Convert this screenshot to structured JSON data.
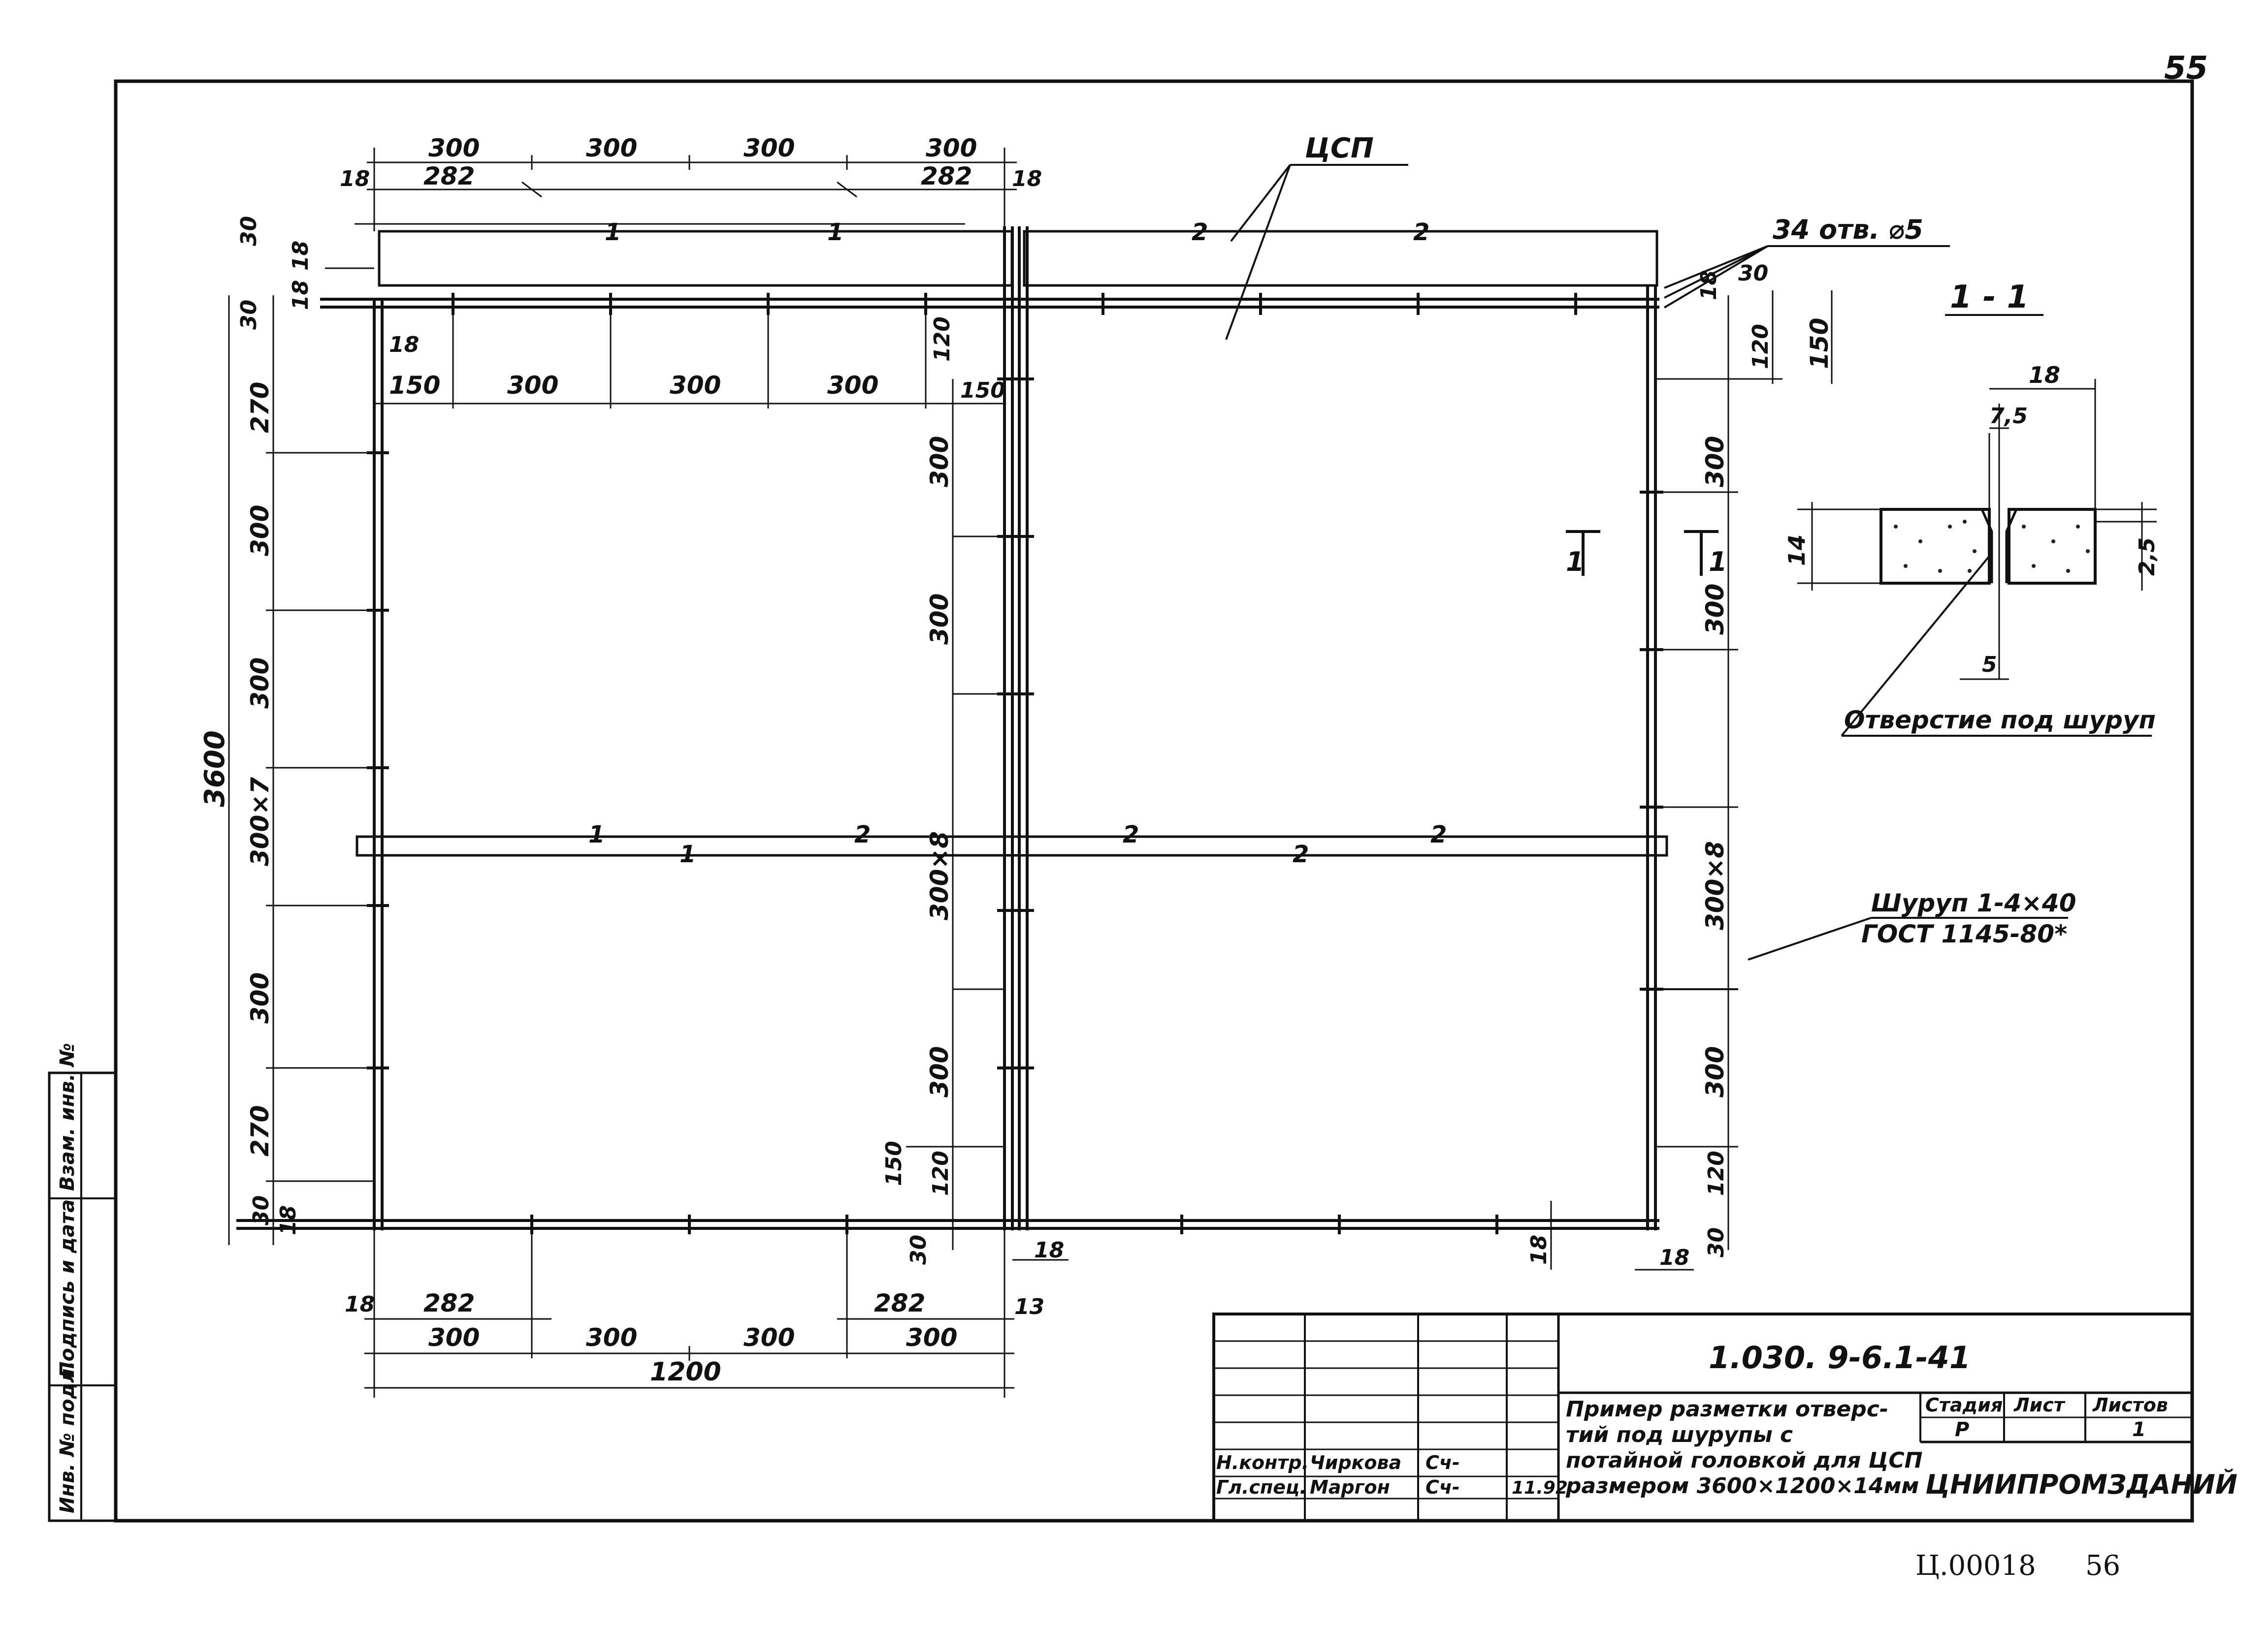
{
  "page_number_top": "55",
  "page_number_bottom": "56",
  "archive_code": "Ц.00018",
  "leaders": {
    "panel": "ЦСП",
    "holes": "34 отв. ⌀5",
    "screw_line1": "Шуруп 1-4×40",
    "screw_line2": "ГОСТ 1145-80*",
    "hole_note": "Отверстие под шуруп"
  },
  "section": {
    "title": "1 - 1",
    "cut_mark_left": "1",
    "cut_mark_right": "1",
    "dim_width": "18",
    "dim_half": "7,5",
    "dim_thickness": "14",
    "dim_countersink": "2,5",
    "dim_hole": "5"
  },
  "breaks": [
    "1",
    "1",
    "2",
    "2"
  ],
  "dims": {
    "top_300": [
      "300",
      "300",
      "300",
      "300"
    ],
    "top_282": [
      "282",
      "282"
    ],
    "top_18": [
      "18",
      "18"
    ],
    "top_left_30": "30",
    "top_left_18": "18",
    "left_30": "30",
    "left_18": "18",
    "inner_18": "18",
    "inner_row": [
      "150",
      "300",
      "300",
      "300",
      "150"
    ],
    "inner_120": "120",
    "right_30": "30",
    "right_120": "120",
    "right_150": "150",
    "right_18": "18",
    "left_chain": [
      "270",
      "300",
      "300",
      "300×7",
      "300",
      "270",
      "30"
    ],
    "left_total": "3600",
    "center_chain": [
      "300",
      "300",
      "300×8",
      "300"
    ],
    "center_120": "120",
    "center_150": "150",
    "center_30": "30",
    "right_chain": [
      "300",
      "300",
      "300×8",
      "300",
      "120",
      "30"
    ],
    "bottom_18_left": "18",
    "bottom_18_center": "18",
    "bottom_18_right": "18",
    "bottom_18_right2": "18",
    "bottom_13": "13",
    "bottom_282": [
      "282",
      "282"
    ],
    "bottom_300": [
      "300",
      "300",
      "300",
      "300"
    ],
    "bottom_total": "1200"
  },
  "side_stamp": [
    "Инв. № подл.",
    "Подпись и дата",
    "Взам. инв. №"
  ],
  "title_block": {
    "doc_code": "1.030. 9-6.1-41",
    "title_lines": [
      "Пример разметки отверс-",
      "тий под шурупы         с",
      "потайной головкой для ЦСП",
      "размером 3600×1200×14мм"
    ],
    "headers": [
      "Стадия",
      "Лист",
      "Листов"
    ],
    "values": [
      "Р",
      "",
      "1"
    ],
    "org": "ЦНИИПРОМЗДАНИЙ",
    "signers": [
      {
        "role": "Н.контр.",
        "name": "Чиркова",
        "sign": "Сч-"
      },
      {
        "role": "Гл.спец.",
        "name": "Маргон",
        "sign": "Сч-",
        "date": "11.92"
      }
    ]
  }
}
